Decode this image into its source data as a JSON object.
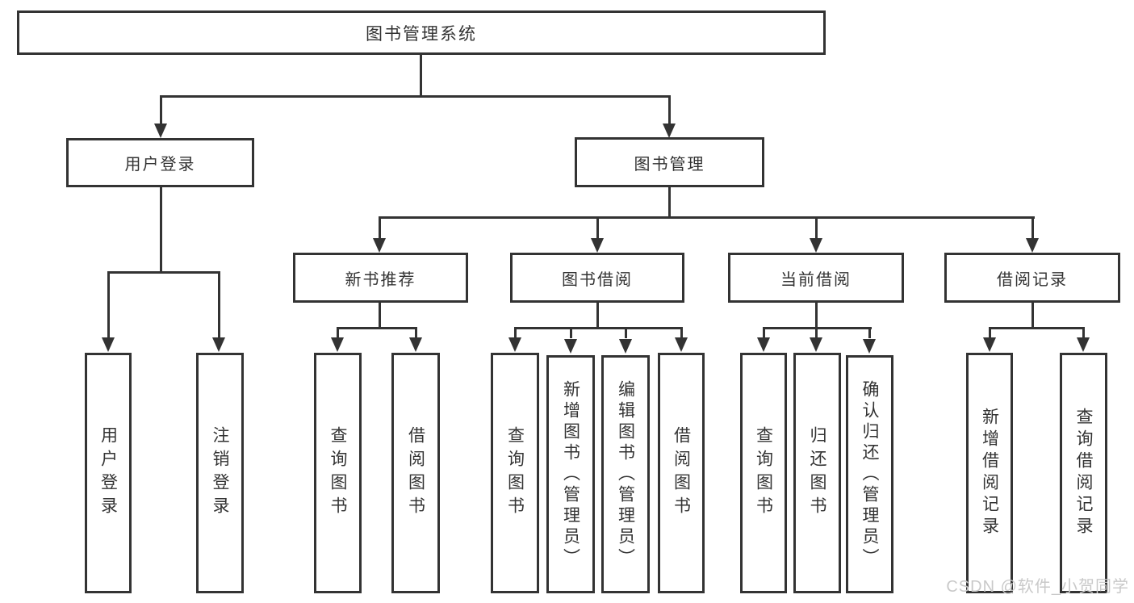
{
  "tree": {
    "label": "图书管理系统",
    "children": [
      {
        "label": "用户登录",
        "children": [
          {
            "label": "用户登录"
          },
          {
            "label": "注销登录"
          }
        ]
      },
      {
        "label": "图书管理",
        "children": [
          {
            "label": "新书推荐",
            "children": [
              {
                "label": "查询图书"
              },
              {
                "label": "借阅图书"
              }
            ]
          },
          {
            "label": "图书借阅",
            "children": [
              {
                "label": "查询图书"
              },
              {
                "label": "新增图书（管理员）"
              },
              {
                "label": "编辑图书（管理员）"
              },
              {
                "label": "借阅图书"
              }
            ]
          },
          {
            "label": "当前借阅",
            "children": [
              {
                "label": "查询图书"
              },
              {
                "label": "归还图书"
              },
              {
                "label": "确认归还（管理员）"
              }
            ]
          },
          {
            "label": "借阅记录",
            "children": [
              {
                "label": "新增借阅记录"
              },
              {
                "label": "查询借阅记录"
              }
            ]
          }
        ]
      }
    ]
  },
  "watermark": {
    "text": "CSDN @软件_小贺同学"
  },
  "colors": {
    "line": "#333333",
    "text": "#333333",
    "watermark": "#c9c9c9",
    "background": "#ffffff"
  }
}
